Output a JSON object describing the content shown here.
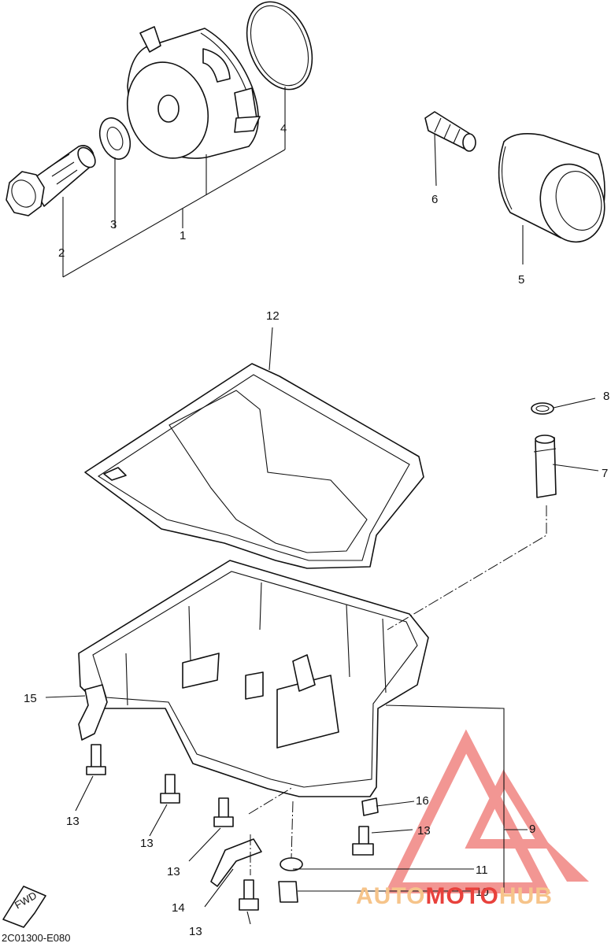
{
  "diagram_code": "2C01300-E080",
  "fwd_label": "FWD",
  "watermark": {
    "part1": "AUTO",
    "part2": "MOTO",
    "part3": "HUB",
    "color_light": "#f6c48a",
    "color_red": "#e8413c"
  },
  "callouts": {
    "c1": "1",
    "c2": "2",
    "c3": "3",
    "c4": "4",
    "c5": "5",
    "c6": "6",
    "c7": "7",
    "c8": "8",
    "c9": "9",
    "c10": "10",
    "c11": "11",
    "c12": "12",
    "c13a": "13",
    "c13b": "13",
    "c13c": "13",
    "c13d": "13",
    "c13e": "13",
    "c14": "14",
    "c15": "15",
    "c16": "16"
  }
}
